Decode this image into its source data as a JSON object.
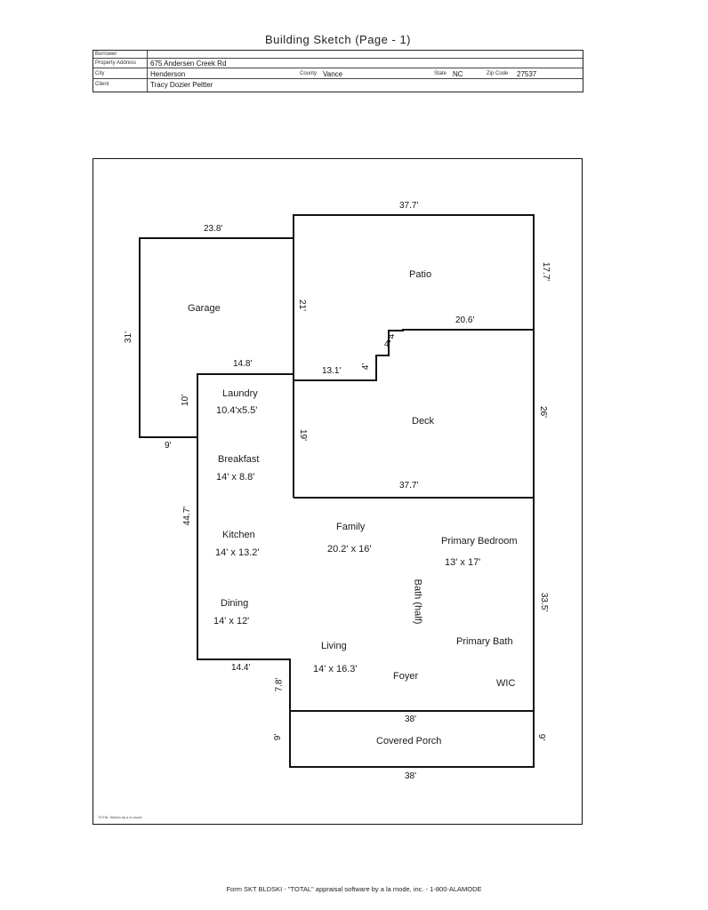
{
  "title": "Building Sketch (Page - 1)",
  "header": {
    "borrower_label": "Borrower",
    "borrower_value": "",
    "address_label": "Property Address",
    "address_value": "675 Andersen Creek Rd",
    "city_label": "City",
    "city_value": "Henderson",
    "county_label": "County",
    "county_value": "Vance",
    "state_label": "State",
    "state_value": "NC",
    "zip_label": "Zip Code",
    "zip_value": "27537",
    "client_label": "Client",
    "client_value": "Tracy Dozier Peltter"
  },
  "rooms": {
    "garage": "Garage",
    "patio": "Patio",
    "laundry": "Laundry",
    "laundry_size": "10.4'x5.5'",
    "deck": "Deck",
    "breakfast": "Breakfast",
    "breakfast_size": "14' x 8.8'",
    "kitchen": "Kitchen",
    "kitchen_size": "14' x 13.2'",
    "family": "Family",
    "family_size": "20.2' x 16'",
    "primary_bedroom": "Primary Bedroom",
    "primary_bedroom_size": "13' x 17'",
    "bath_half": "Bath (half)",
    "dining": "Dining",
    "dining_size": "14' x 12'",
    "primary_bath": "Primary Bath",
    "living": "Living",
    "living_size": "14' x 16.3'",
    "foyer": "Foyer",
    "wic": "WIC",
    "covered_porch": "Covered Porch"
  },
  "dimensions": {
    "patio_top": "37.7'",
    "garage_top": "23.8'",
    "patio_right": "17.7'",
    "patio_left": "21'",
    "garage_left": "31'",
    "deck_top": "20.6'",
    "step_upper": "4'",
    "step_mid": "4'",
    "step_lower": "4'",
    "laundry_top": "14.8'",
    "deck_left_top": "13.1'",
    "laundry_left": "10'",
    "deck_right": "26'",
    "garage_bottom": "9'",
    "deck_left": "19'",
    "deck_bottom": "37.7'",
    "house_left": "44.7'",
    "house_right": "33.5'",
    "living_bottom": "14.4'",
    "foyer_step": "7.8'",
    "porch_top": "38'",
    "porch_left": "9'",
    "porch_right": "9'",
    "porch_bottom": "38'"
  },
  "software_credit": "TOTAL Sketch by a la mode",
  "footer": "Form SKT BLDSKI - \"TOTAL\" appraisal software by a la mode, inc. - 1-800-ALAMODE"
}
